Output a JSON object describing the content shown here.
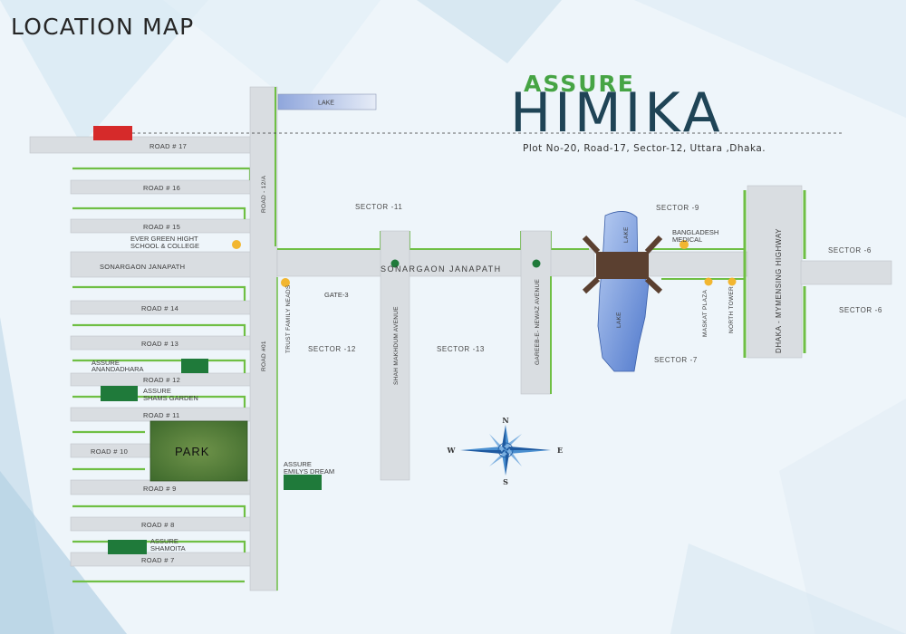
{
  "title": "LOCATION MAP",
  "brand": {
    "line1": "ASSURE",
    "line2": "HIMIKA",
    "address": "Plot No-20, Road-17, Sector-12, Uttara ,Dhaka."
  },
  "roads": {
    "r17": "ROAD # 17",
    "r16": "ROAD # 16",
    "r15": "ROAD # 15",
    "r14": "ROAD # 14",
    "r13": "ROAD # 13",
    "r12": "ROAD # 12",
    "r11": "ROAD # 11",
    "r10": "ROAD # 10",
    "r9": "ROAD # 9",
    "r8": "ROAD # 8",
    "r7": "ROAD # 7",
    "road12a": "ROAD - 12/A",
    "road01": "ROAD #01",
    "sonargaon_left": "SONARGAON JANAPATH",
    "sonargaon_main": "SONARGAON JANAPATH",
    "shah_makhdum": "SHAH MAKHDUM AVENUE",
    "gareeb": "GAREEB-E- NEWAZ AVENUE",
    "highway": "DHAKA - MYMENSING HIGHWAY"
  },
  "sectors": {
    "s11": "SECTOR -11",
    "s9": "SECTOR -9",
    "s6a": "SECTOR -6",
    "s6b": "SECTOR -6",
    "s12": "SECTOR -12",
    "s13": "SECTOR -13",
    "s7": "SECTOR -7"
  },
  "landmarks": {
    "lake_top": "LAKE",
    "lake_upper": "LAKE",
    "lake_lower": "LAKE",
    "gate3": "GATE-3",
    "evergreen_1": "EVER GREEN HIGHT",
    "evergreen_2": "SCHOOL & COLLEGE",
    "trust": "TRUST FAMILY NEADS",
    "bangladesh_1": "BANGLADESH",
    "bangladesh_2": "MEDICAL",
    "maskat": "MASKAT PLAZA",
    "north_tower": "NORTH TOWER",
    "park": "PARK"
  },
  "projects": {
    "anandadhara_1": "ASSURE",
    "anandadhara_2": "ANANDADHARA",
    "shams_1": "ASSURE",
    "shams_2": "SHAMS GARDEN",
    "emily_1": "ASSURE",
    "emily_2": "EMILYS DREAM",
    "shamoita_1": "ASSURE",
    "shamoita_2": "SHAMOITA"
  },
  "compass": {
    "n": "N",
    "s": "S",
    "e": "E",
    "w": "W"
  },
  "colors": {
    "road": "#d9dde1",
    "road_edge": "#6fbf44",
    "project_marker": "#1f7a3a",
    "site_marker": "#d62a2a",
    "landmark_dot": "#f2b630",
    "lake": "#5b85d6",
    "brand_green": "#46a444",
    "brand_dark": "#1f4456"
  }
}
